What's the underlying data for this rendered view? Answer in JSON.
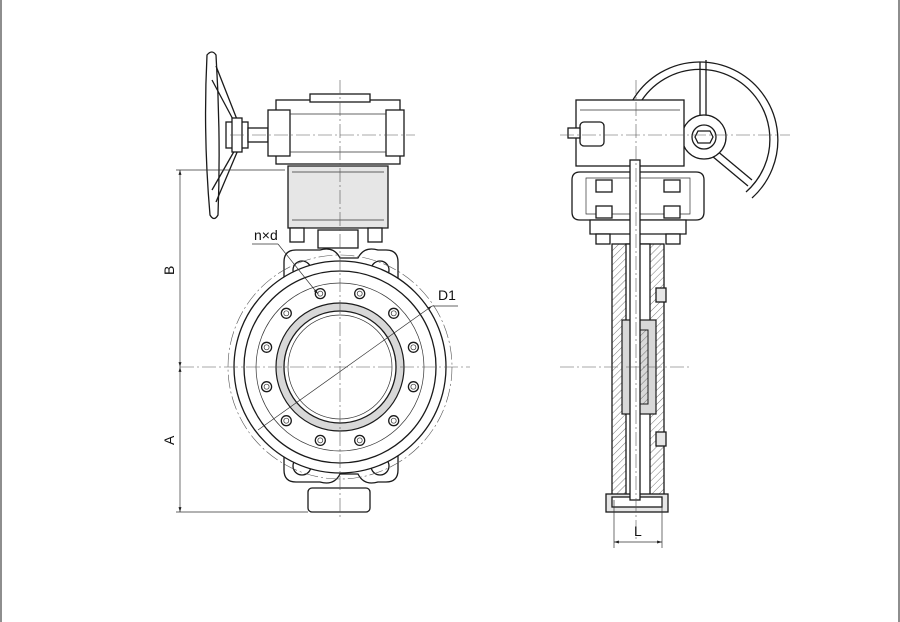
{
  "labels": {
    "bolt_spec": "n×d",
    "diameter": "D1",
    "dim_b": "B",
    "dim_a": "A",
    "dim_l": "L"
  }
}
